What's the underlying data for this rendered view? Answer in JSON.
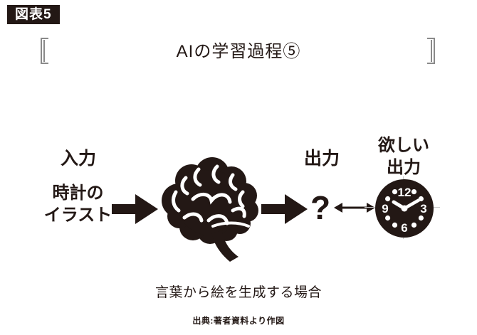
{
  "figure_badge": "図表5",
  "title": "AIの学習過程⑤",
  "flow": {
    "input_label": "入力",
    "input_item": {
      "line1": "時計の",
      "line2": "イラスト"
    },
    "output_label": "出力",
    "output_unknown": "?",
    "desired_output": {
      "line1": "欲しい",
      "line2": "出力"
    },
    "clock": {
      "n12": "12",
      "n3": "3",
      "n6": "6",
      "n9": "9"
    }
  },
  "caption": "言葉から絵を生成する場合",
  "source": "出典:著者資料より作図",
  "colors": {
    "ink": "#231815",
    "bracket_gray": "#8a8a8a",
    "guide_line": "#c9c9c9",
    "background": "#ffffff"
  },
  "icons": {
    "brain": "brain-icon",
    "clock": "analog-clock-icon",
    "input_arrow": "block-arrow-right-icon",
    "output_arrow": "block-arrow-right-icon",
    "compare_arrow": "double-headed-arrow-icon"
  }
}
